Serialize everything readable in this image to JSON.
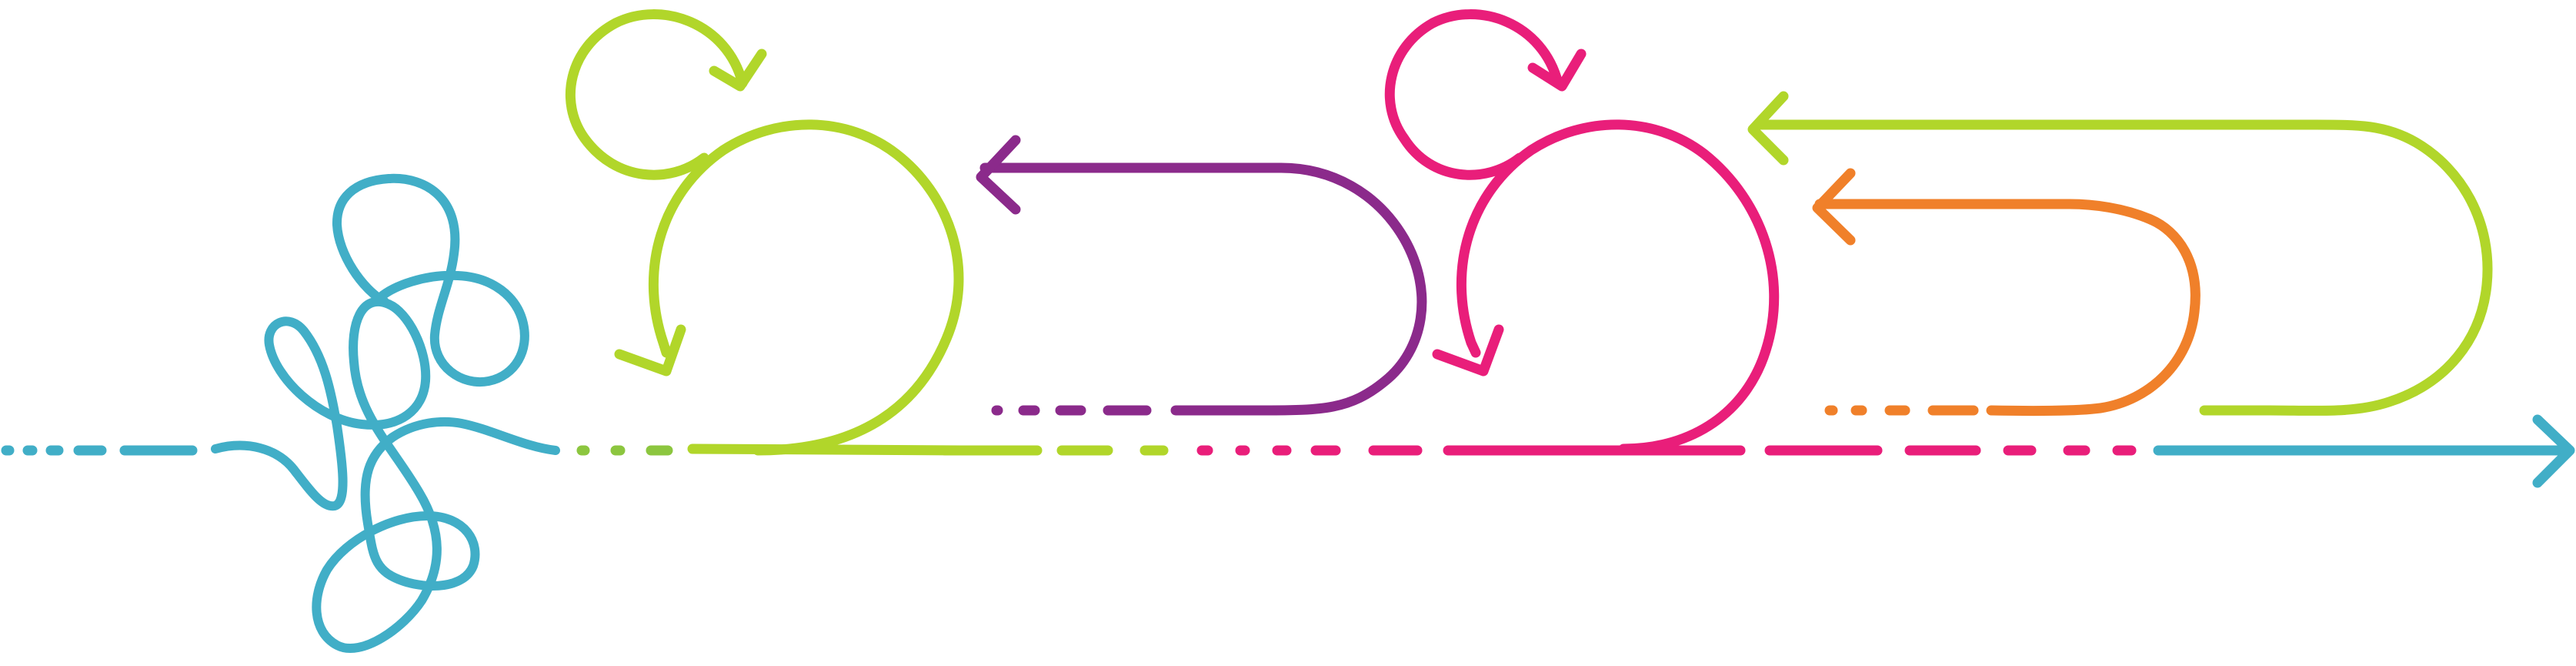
{
  "colors": {
    "teal": "#41aec7",
    "lime": "#b1d62a",
    "green": "#8cc63f",
    "purple": "#8b2a8b",
    "magenta": "#e91e7a",
    "orange": "#f0802a",
    "background": "#ffffff"
  },
  "segments": [
    {
      "name": "tangle-segment",
      "color": "teal"
    },
    {
      "name": "first-loop-segment",
      "color": "lime"
    },
    {
      "name": "first-return-segment",
      "color": "purple"
    },
    {
      "name": "second-loop-segment",
      "color": "magenta"
    },
    {
      "name": "second-return-segment",
      "color": "orange"
    },
    {
      "name": "long-return-segment",
      "color": "lime"
    },
    {
      "name": "final-arrow-segment",
      "color": "teal"
    }
  ],
  "icons": {
    "final_arrowhead": "arrow-right-icon",
    "loop_arrowheads": "curved-arrow-icon",
    "return_arrowheads": "arrow-left-icon"
  }
}
